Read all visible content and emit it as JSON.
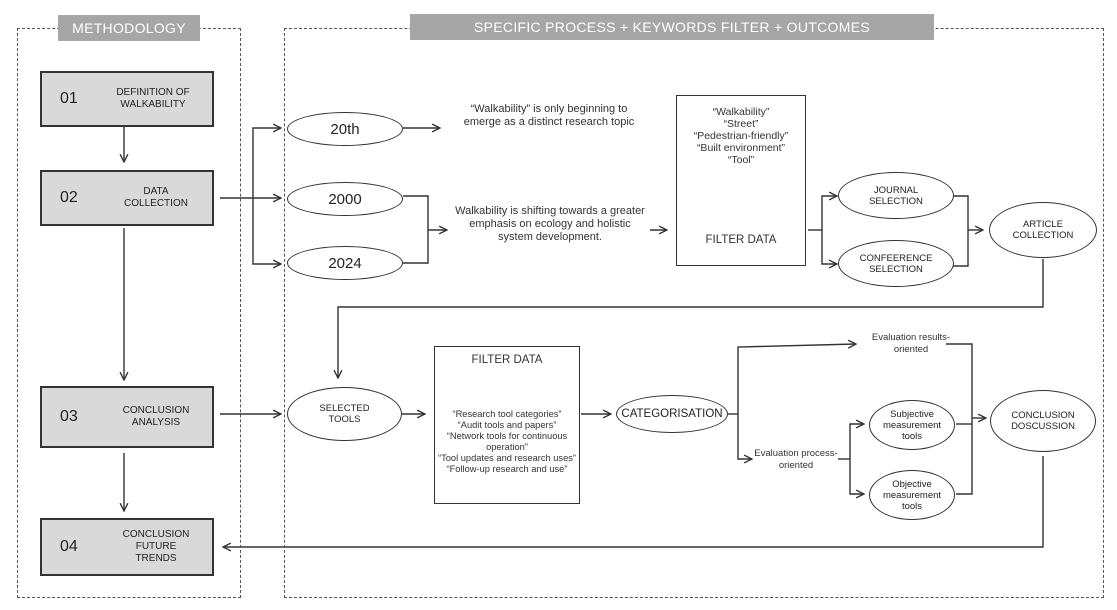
{
  "methodology": {
    "header": "METHODOLOGY",
    "steps": [
      {
        "num": "01",
        "label": "DEFINITION OF WALKABILITY"
      },
      {
        "num": "02",
        "label": "DATA COLLECTION"
      },
      {
        "num": "03",
        "label": "CONCLUSION ANALYSIS"
      },
      {
        "num": "04",
        "label": "CONCLUSION FUTURE TRENDS"
      }
    ]
  },
  "process": {
    "header": "SPECIFIC PROCESS + KEYWORDS FILTER + OUTCOMES",
    "periods": [
      "20th",
      "2000",
      "2024"
    ],
    "note_20th": "“Walkability” is only beginning to emerge as a distinct research topic",
    "note_2000_2024": "Walkability is shifting towards a greater emphasis on ecology and holistic system development.",
    "keyword_box": {
      "keywords": [
        "“Walkability”",
        "“Street”",
        "“Pedestrian-friendly”",
        "“Built environment”",
        "“Tool”"
      ],
      "title": "FILTER DATA"
    },
    "journal_selection": "JOURNAL SELECTION",
    "conference_selection": "CONFEERENCE SELECTION",
    "article_collection": "ARTICLE COLLECTION",
    "selected_tools": "SELECTED TOOLS",
    "tools_filter_box": {
      "title": "FILTER DATA",
      "items": [
        "“Research tool categories”",
        "“Audit tools and papers”",
        "“Network tools for continuous operation”",
        "“Tool updates and research uses”",
        "“Follow-up research and use”"
      ]
    },
    "categorisation": "CATEGORISATION",
    "eval_results": "Evaluation results-oriented",
    "eval_process": "Evaluation process-oriented",
    "subjective_tools": "Subjective measurement tools",
    "objective_tools": "Objective measurement tools",
    "conclusion_discussion": "CONCLUSION DOSCUSSION"
  }
}
